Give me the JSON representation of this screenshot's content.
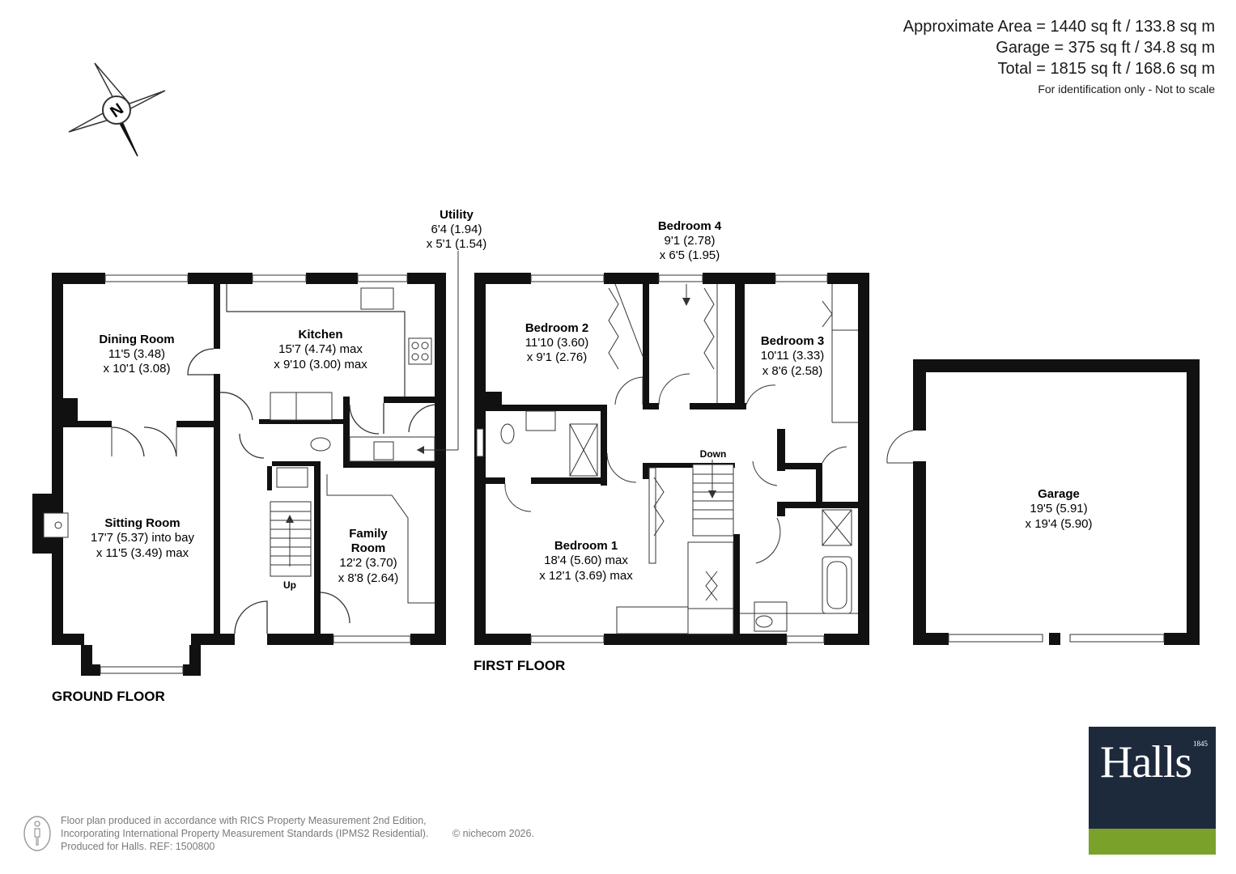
{
  "area": {
    "lines": [
      "Approximate Area = 1440 sq ft / 133.8 sq m",
      "Garage = 375 sq ft / 34.8 sq m",
      "Total = 1815 sq ft / 168.6 sq m"
    ],
    "note": "For identification only - Not to scale"
  },
  "compass": {
    "letter": "N",
    "icon": "compass-icon"
  },
  "floors": {
    "ground": "GROUND FLOOR",
    "first": "FIRST FLOOR"
  },
  "rooms": {
    "dining": {
      "name": "Dining Room",
      "dim1": "11'5 (3.48)",
      "dim2": "x 10'1 (3.08)"
    },
    "kitchen": {
      "name": "Kitchen",
      "dim1": "15'7 (4.74) max",
      "dim2": "x 9'10 (3.00) max"
    },
    "utility": {
      "name": "Utility",
      "dim1": "6'4 (1.94)",
      "dim2": "x 5'1 (1.54)"
    },
    "sitting": {
      "name": "Sitting Room",
      "dim1": "17'7 (5.37) into bay",
      "dim2": "x 11'5 (3.49) max"
    },
    "family": {
      "name1": "Family",
      "name2": "Room",
      "dim1": "12'2 (3.70)",
      "dim2": "x 8'8 (2.64)"
    },
    "bedroom1": {
      "name": "Bedroom 1",
      "dim1": "18'4 (5.60) max",
      "dim2": "x 12'1 (3.69) max"
    },
    "bedroom2": {
      "name": "Bedroom 2",
      "dim1": "11'10 (3.60)",
      "dim2": "x 9'1 (2.76)"
    },
    "bedroom3": {
      "name": "Bedroom 3",
      "dim1": "10'11 (3.33)",
      "dim2": "x 8'6 (2.58)"
    },
    "bedroom4": {
      "name": "Bedroom 4",
      "dim1": "9'1 (2.78)",
      "dim2": "x 6'5 (1.95)"
    },
    "garage": {
      "name": "Garage",
      "dim1": "19'5 (5.91)",
      "dim2": "x 19'4 (5.90)"
    }
  },
  "stairs": {
    "up": "Up",
    "down": "Down"
  },
  "footer": {
    "line1": "Floor plan produced in accordance with RICS Property Measurement 2nd Edition,",
    "line2": "Incorporating International Property Measurement Standards (IPMS2 Residential).",
    "line3": "Produced for Halls.   REF: 1500800",
    "copyright": "© nichecom 2026."
  },
  "logo": {
    "name": "Halls",
    "year": "1845"
  },
  "colors": {
    "wall": "#111111",
    "logo_navy": "#1d2a3b",
    "logo_green": "#7aa22b",
    "footer_text": "#7a7a7a"
  }
}
